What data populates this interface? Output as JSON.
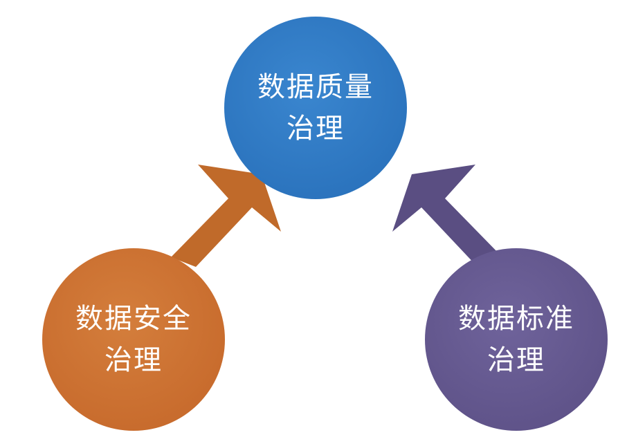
{
  "diagram": {
    "nodes": [
      {
        "id": "quality",
        "line1": "数据质量",
        "line2": "治理",
        "color": "#2a72bc",
        "color_light": "#3a86cf"
      },
      {
        "id": "security",
        "line1": "数据安全",
        "line2": "治理",
        "color": "#c76a2c",
        "color_light": "#d47e3c"
      },
      {
        "id": "standard",
        "line1": "数据标准",
        "line2": "治理",
        "color": "#5e5288",
        "color_light": "#6f639b"
      }
    ],
    "arrows": [
      {
        "from": "security",
        "to": "quality",
        "color": "#c06a2a"
      },
      {
        "from": "standard",
        "to": "quality",
        "color": "#5a4e82"
      }
    ]
  }
}
